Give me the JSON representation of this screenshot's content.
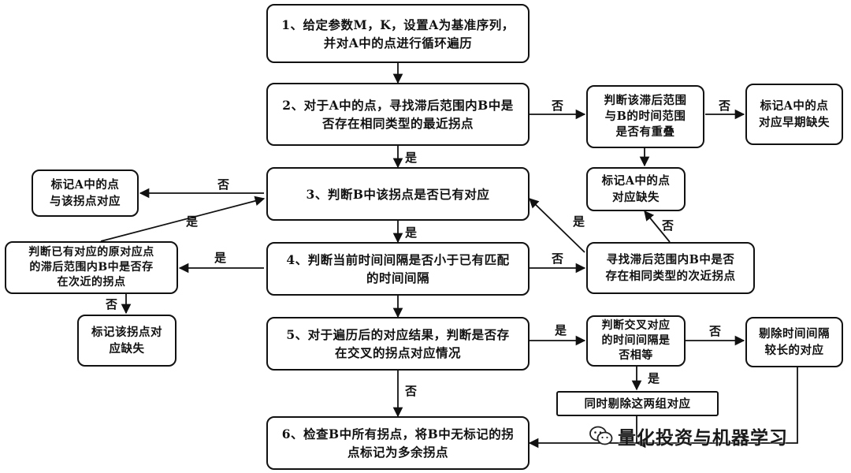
{
  "steps": {
    "s1": "1、给定参数M，K，设置A为基准序列，\n并对A中的点进行循环遍历",
    "s2": "2、对于A中的点，寻找滞后范围内B中是\n否存在相同类型的最近拐点",
    "s3": "3、判断B中该拐点是否已有对应",
    "s4": "4、判断当前时间间隔是否小于已有匹配\n的时间间隔",
    "s5": "5、对于遍历后的对应结果，判断是否存\n在交叉的拐点对应情况",
    "s6": "6、检查B中所有拐点，将B中无标记的拐\n点标记为多余拐点"
  },
  "side": {
    "overlap_check": "判断该滞后范围\n与B的时间范围\n是否有重叠",
    "mark_early": "标记A中的点\n对应早期缺失",
    "mark_missing": "标记A中的点\n对应缺失",
    "mark_match": "标记A中的点\n与该拐点对应",
    "find_next": "寻找滞后范围内B中是否\n存在相同类型的次近拐点",
    "judge_origin": "判断已有对应的原对应点\n的滞后范围内B中是否存\n在次近的拐点",
    "mark_turn_missing": "标记该拐点对\n应缺失",
    "cross_equal": "判断交叉对应\n的时间间隔是\n否相等",
    "remove_longer": "剔除时间间隔\n较长的对应",
    "remove_both": "同时剔除这两组对应"
  },
  "labels": {
    "yes": "是",
    "no": "否"
  },
  "watermark": {
    "text": "量化投资与机器学习",
    "icon": "wechat-icon"
  }
}
